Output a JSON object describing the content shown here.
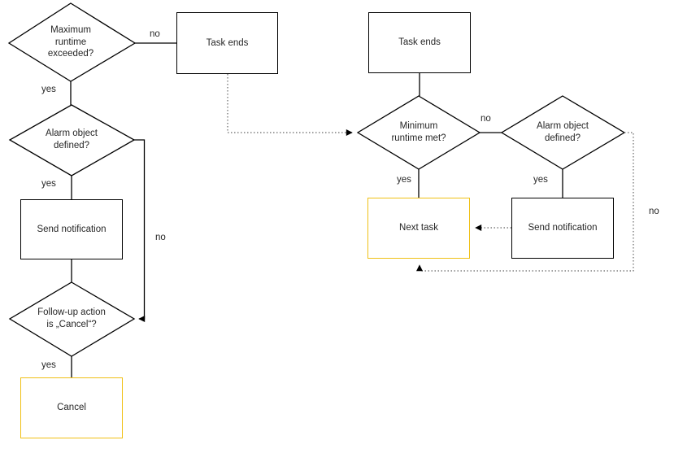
{
  "diagram": {
    "type": "flowchart",
    "colors": {
      "line": "#000000",
      "dotted_line": "#666666",
      "highlight_border": "#F0C015",
      "text": "#262626",
      "background": "#ffffff"
    },
    "nodes": {
      "max_runtime": {
        "label": "Maximum runtime exceeded?",
        "shape": "decision"
      },
      "task_ends_left": {
        "label": "Task ends",
        "shape": "process"
      },
      "alarm_left": {
        "label": "Alarm object defined?",
        "shape": "decision"
      },
      "send_notification_left": {
        "label": "Send notification",
        "shape": "process"
      },
      "follow_up": {
        "label": "Follow-up action is „Cancel“?",
        "shape": "decision"
      },
      "cancel": {
        "label": "Cancel",
        "shape": "process",
        "highlighted": true
      },
      "task_ends_right": {
        "label": "Task ends",
        "shape": "process"
      },
      "min_runtime": {
        "label": "Minimum runtime met?",
        "shape": "decision"
      },
      "alarm_right": {
        "label": "Alarm object defined?",
        "shape": "decision"
      },
      "next_task": {
        "label": "Next task",
        "shape": "process",
        "highlighted": true
      },
      "send_notification_right": {
        "label": "Send notification",
        "shape": "process"
      }
    },
    "edge_labels": {
      "max_runtime_no": "no",
      "max_runtime_yes": "yes",
      "alarm_left_yes": "yes",
      "alarm_left_no": "no",
      "follow_up_yes": "yes",
      "min_runtime_no": "no",
      "min_runtime_yes": "yes",
      "alarm_right_yes": "yes",
      "alarm_right_no": "no"
    }
  }
}
